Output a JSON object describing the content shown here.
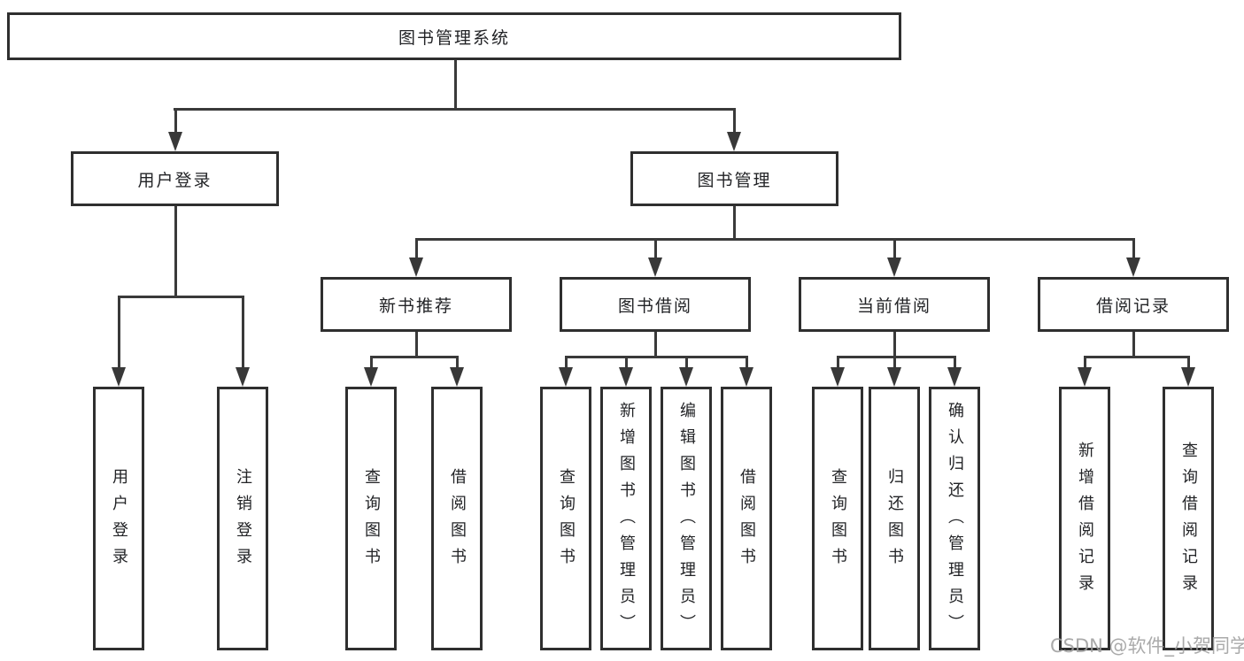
{
  "tree": {
    "root": "图书管理系统",
    "level2": {
      "user_login": "用户登录",
      "book_management": "图书管理"
    },
    "level3": {
      "new_book_recommend": "新书推荐",
      "book_borrow": "图书借阅",
      "current_borrow": "当前借阅",
      "borrow_records": "借阅记录"
    },
    "leaves": {
      "user_login_1": "用户登录",
      "user_login_2": "注销登录",
      "new_book_1": "查询图书",
      "new_book_2": "借阅图书",
      "book_borrow_1": "查询图书",
      "book_borrow_2": "新增图书（管理员）",
      "book_borrow_3": "编辑图书（管理员）",
      "book_borrow_4": "借阅图书",
      "current_borrow_1": "查询图书",
      "current_borrow_2": "归还图书",
      "current_borrow_3": "确认归还（管理员）",
      "borrow_records_1": "新增借阅记录",
      "borrow_records_2": "查询借阅记录"
    }
  },
  "watermark": "CSDN @软件_小贺同学",
  "colors": {
    "background": "#ffffff",
    "box_border": "#2f2f2f",
    "connector_line": "#3a3a3a",
    "text": "#222326",
    "watermark": "#9e9e9e"
  }
}
